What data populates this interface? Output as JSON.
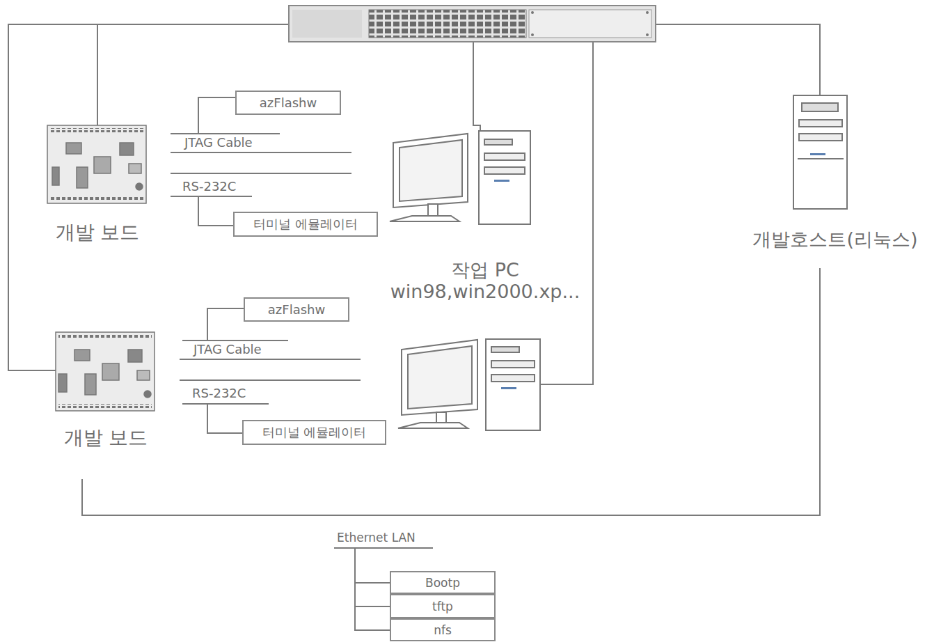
{
  "diagram": {
    "nodes": [
      {
        "text": [
          "azFlashw"
        ]
      },
      {
        "text": [
          "터미널 에뮬레이터"
        ]
      },
      {
        "text": [
          "azFlashw"
        ]
      },
      {
        "text": [
          "터미널 에뮬레이터"
        ]
      },
      {
        "text": [
          "Bootp"
        ]
      },
      {
        "text": [
          "tftp"
        ]
      },
      {
        "text": [
          "nfs"
        ]
      }
    ],
    "labels": [
      "개발 보드",
      "JTAG Cable",
      "RS-232C",
      "작업 PC win98,win2000.xp...",
      "개발 보드",
      "JTAG Cable",
      "RS-232C",
      "개발호스트(리눅스)",
      "Ethernet LAN"
    ]
  }
}
